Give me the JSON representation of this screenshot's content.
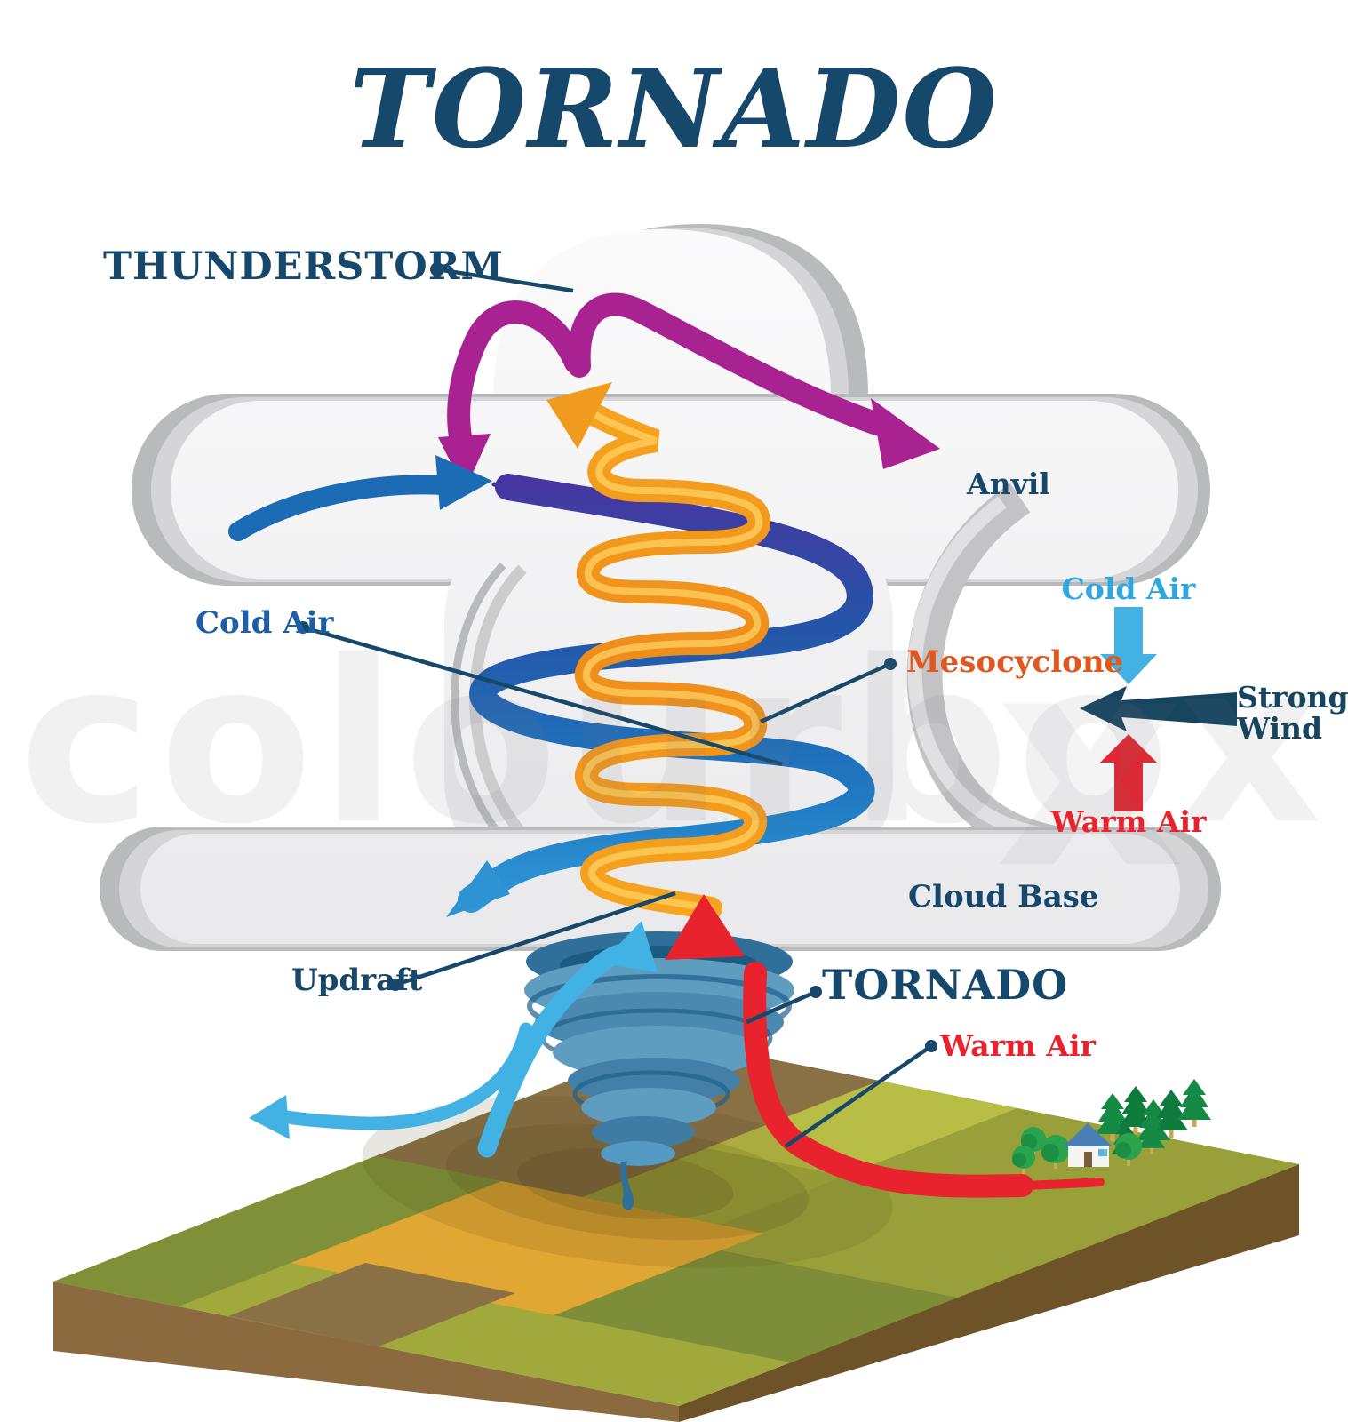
{
  "title": "TORNADO",
  "watermark": {
    "text": "colourbox",
    "mark": "x"
  },
  "callouts": {
    "thunderstorm": "THUNDERSTORM",
    "anvil": "Anvil",
    "cold_air": "Cold Air",
    "mesocyclone": "Mesocyclone",
    "cloud_base": "Cloud Base",
    "updraft": "Updraft",
    "tornado": "TORNADO",
    "warm_air": "Warm Air"
  },
  "legend": {
    "cold_air": "Cold Air",
    "strong_wind": "Strong Wind",
    "warm_air": "Warm Air"
  },
  "colors": {
    "title_text": "#16486b",
    "label_dark_blue": "#16486b",
    "cold_air_left_label": "#1d5fa7",
    "mesocyclone_label": "#e2571d",
    "warm_air_label": "#e8232e",
    "legend_cold_air": "#2ea7e0",
    "legend_strong_wind": "#16455f",
    "purple_arrow": "#a82391",
    "blue_inflow_arrow": "#1b6cb5",
    "ribbon_top": "#4636a0",
    "ribbon_bottom": "#2f9ad8",
    "spiral_orange": "#f09a1e",
    "updraft_cyan": "#41b2e3",
    "red_arrow": "#e8232e",
    "cloud_light": "#f4f4f6",
    "cloud_mid": "#d5d5d7",
    "cloud_dark": "#b9babc",
    "ground_olive": "#a2a93c",
    "ground_brown": "#8a7145",
    "ground_yellow": "#e0a733",
    "funnel_blue": "#5590b6"
  }
}
